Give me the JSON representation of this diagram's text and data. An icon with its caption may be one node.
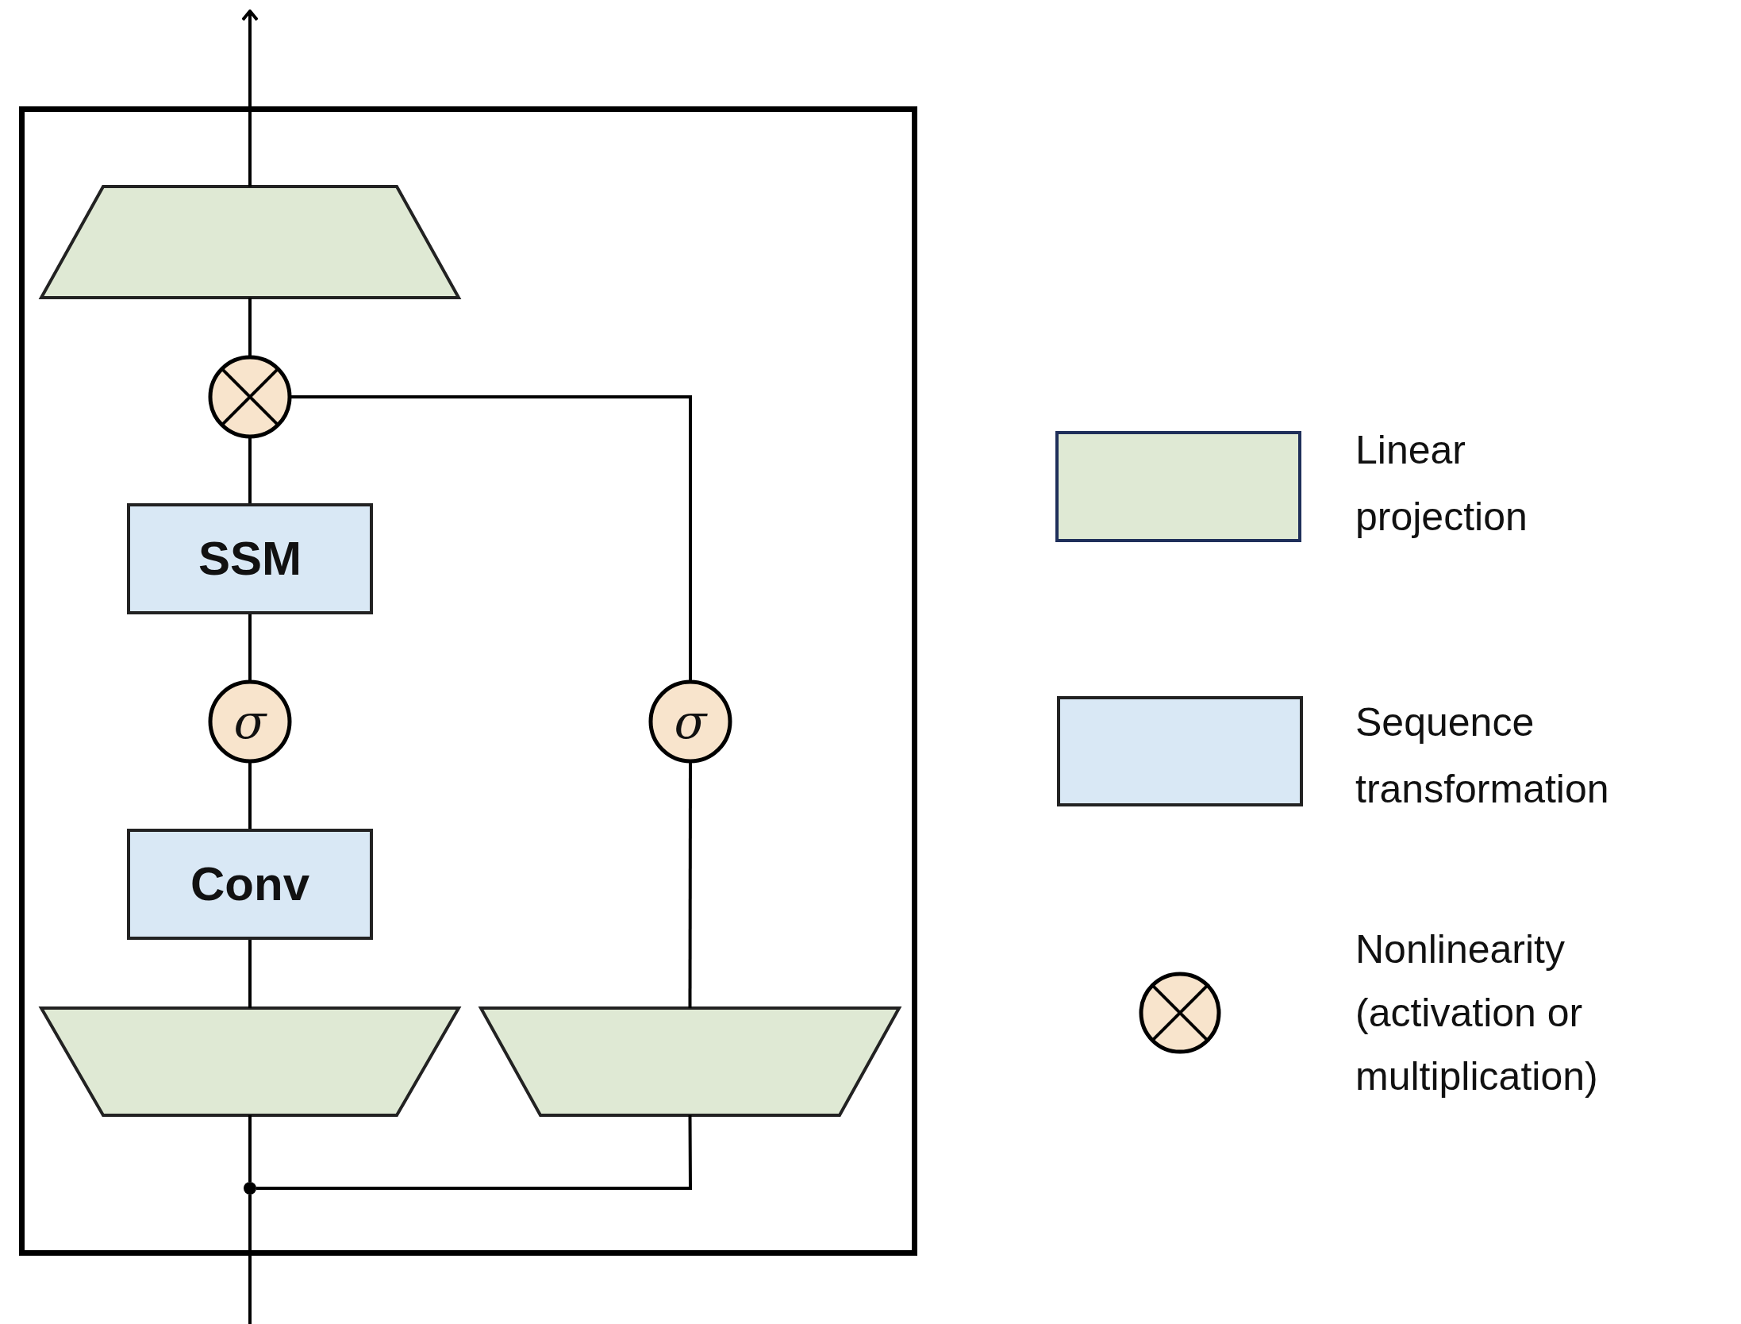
{
  "diagram": {
    "nodes": [
      {
        "text": [],
        "shape": "box"
      },
      {
        "text": [],
        "shape": "trapezoid",
        "in": 0
      },
      {
        "text": [],
        "shape": "circle",
        "in": 0
      },
      {
        "text": [
          "SSM"
        ],
        "in": 0
      },
      {
        "text": [
          "σ"
        ],
        "in": 0
      },
      {
        "text": [
          "Conv"
        ],
        "in": 0
      },
      {
        "text": [],
        "shape": "trapezoid",
        "in": 0
      },
      {
        "text": [],
        "shape": "trapezoid",
        "in": 0
      },
      {
        "text": [
          "σ"
        ],
        "in": 0
      },
      {
        "text": [],
        "shape": "dot",
        "in": 0
      }
    ],
    "edges": [
      {
        "from": null,
        "to": 9,
        "arrow": "none"
      },
      {
        "from": 9,
        "to": 6,
        "arrow": "none"
      },
      {
        "from": 9,
        "to": 7,
        "arrow": "none"
      },
      {
        "from": 6,
        "to": 5,
        "arrow": "none"
      },
      {
        "from": 5,
        "to": 4,
        "arrow": "none"
      },
      {
        "from": 4,
        "to": 3,
        "arrow": "none"
      },
      {
        "from": 3,
        "to": 2,
        "arrow": "none"
      },
      {
        "from": 7,
        "to": 8,
        "arrow": "none"
      },
      {
        "from": 8,
        "to": 2,
        "arrow": "none"
      },
      {
        "from": 2,
        "to": 1,
        "arrow": "none"
      },
      {
        "from": 1,
        "to": null,
        "arrow": "to"
      }
    ],
    "legend": [
      {
        "text": "Linear projection",
        "color": "#dfe9d4"
      },
      {
        "text": "Sequence transformation",
        "color": "#d9e8f5"
      },
      {
        "text": "Nonlinearity (activation or multiplication)"
      }
    ]
  }
}
